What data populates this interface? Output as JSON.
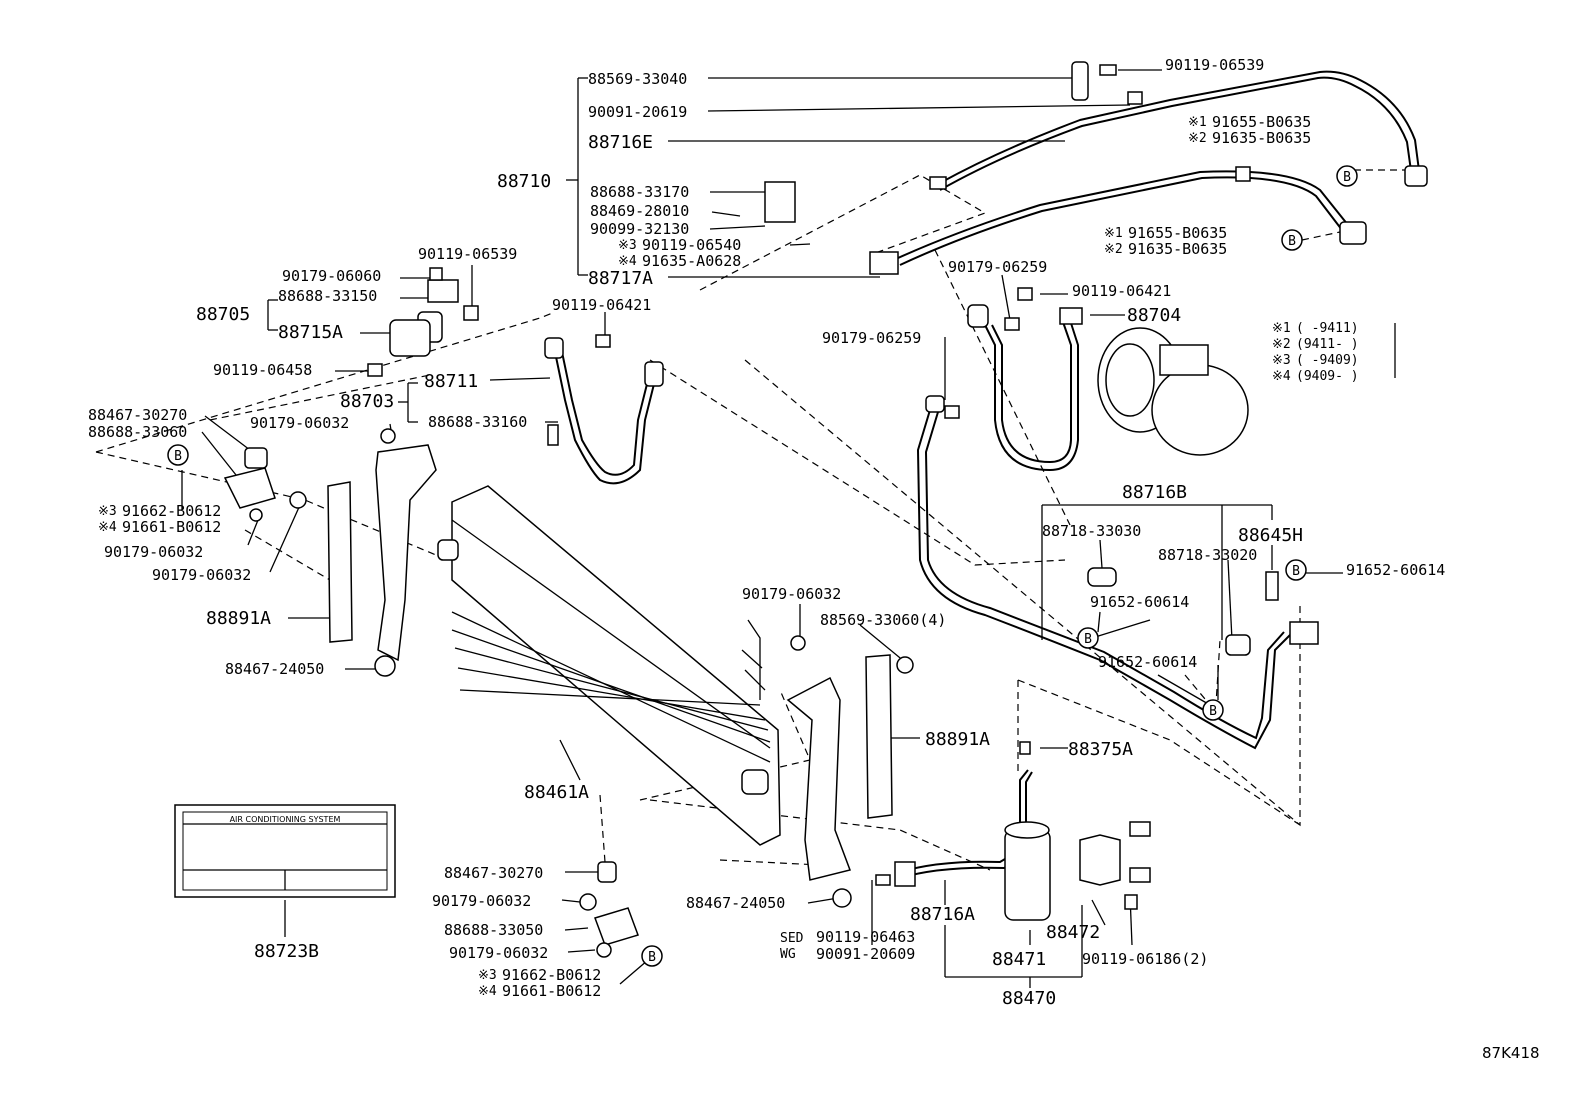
{
  "diagram_code": "87K418",
  "labels": {
    "p88569_33040": "88569-33040",
    "p90091_20619": "90091-20619",
    "p88716E": "88716E",
    "p88710": "88710",
    "p88688_33170": "88688-33170",
    "p88469_28010": "88469-28010",
    "p90099_32130": "90099-32130",
    "p90119_06540": "90119-06540",
    "p91635_A0628": "91635-A0628",
    "p88717A": "88717A",
    "p90119_06539_top": "90119-06539",
    "p91655_B0635_a": "91655-B0635",
    "p91635_B0635_a": "91635-B0635",
    "p91655_B0635_b": "91655-B0635",
    "p91635_B0635_b": "91635-B0635",
    "p90179_06259_a": "90179-06259",
    "p90119_06421_r": "90119-06421",
    "p88704": "88704",
    "p90179_06259_b": "90179-06259",
    "p90119_06539_l": "90119-06539",
    "p90179_06060": "90179-06060",
    "p88688_33150": "88688-33150",
    "p88705": "88705",
    "p88715A": "88715A",
    "p90119_06458": "90119-06458",
    "p90119_06421_m": "90119-06421",
    "p88711": "88711",
    "p88703": "88703",
    "p88688_33160": "88688-33160",
    "p88467_30270_a": "88467-30270",
    "p88688_33060": "88688-33060",
    "p90179_06032_a": "90179-06032",
    "p91662_B0612_a": "91662-B0612",
    "p91661_B0612_a": "91661-B0612",
    "p90179_06032_b": "90179-06032",
    "p90179_06032_c": "90179-06032",
    "p88891A_l": "88891A",
    "p88467_24050_a": "88467-24050",
    "p90179_06032_d": "90179-06032",
    "p88569_33060": "88569-33060(4)",
    "p88891A_r": "88891A",
    "p88461A": "88461A",
    "p88716B": "88716B",
    "p88718_33030": "88718-33030",
    "p88645H": "88645H",
    "p88718_33020": "88718-33020",
    "p91652_60614_a": "91652-60614",
    "p91652_60614_b": "91652-60614",
    "p91652_60614_c": "91652-60614",
    "p88375A": "88375A",
    "p88723B": "88723B",
    "p88467_30270_b": "88467-30270",
    "p90179_06032_e": "90179-06032",
    "p88688_33050": "88688-33050",
    "p90179_06032_f": "90179-06032",
    "p91662_B0612_b": "91662-B0612",
    "p91661_B0612_b": "91661-B0612",
    "p88467_24050_b": "88467-24050",
    "p88716A": "88716A",
    "p88472": "88472",
    "p90119_06463": "90119-06463",
    "p90091_20609": "90091-20609",
    "p88471": "88471",
    "p90119_06186": "90119-06186(2)",
    "p88470": "88470",
    "sed": "SED",
    "wg": "WG"
  },
  "notes": {
    "m1": "※1",
    "m2": "※2",
    "m3": "※3",
    "m4": "※4",
    "legend": [
      {
        "mark": "※1",
        "range": "( -9411)"
      },
      {
        "mark": "※2",
        "range": "(9411- )"
      },
      {
        "mark": "※3",
        "range": "( -9409)"
      },
      {
        "mark": "※4",
        "range": "(9409- )"
      }
    ]
  },
  "label_plate": {
    "title": "AIR CONDITIONING SYSTEM"
  },
  "b_mark": "B"
}
